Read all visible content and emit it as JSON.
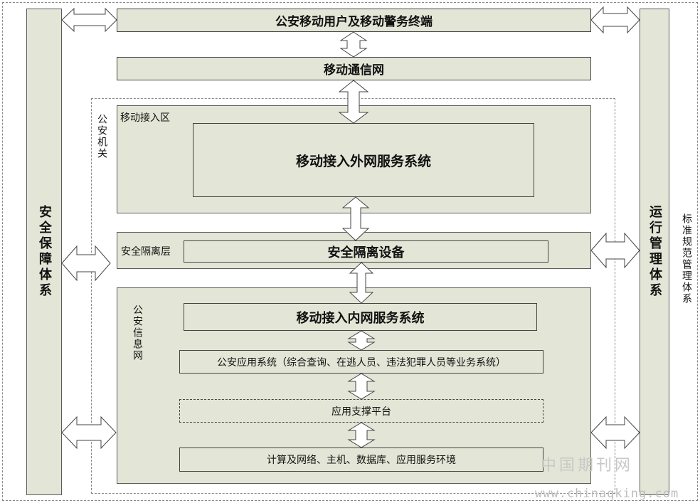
{
  "left_pillar": {
    "label": "安全保障体系"
  },
  "right_pillar": {
    "label": "运行管理体系"
  },
  "far_right": {
    "label": "标准规范管理体系"
  },
  "top": {
    "terminals": "公安移动用户及移动警务终端",
    "network": "移动通信网"
  },
  "police_org": {
    "label": "公安机关"
  },
  "mobile_zone": {
    "label": "移动接入区",
    "external_service": "移动接入外网服务系统"
  },
  "isolation": {
    "label": "安全隔离层",
    "device": "安全隔离设备"
  },
  "police_net": {
    "label": "公安信息网",
    "internal_service": "移动接入内网服务系统",
    "apps": "公安应用系统（综合查询、在逃人员、违法犯罪人员等业务系统）",
    "platform": "应用支撑平台",
    "infra": "计算及网络、主机、数据库、应用服务环境"
  },
  "watermark": {
    "cn": "中国期刊网",
    "url": "www.chinaqking.com"
  },
  "colors": {
    "fill": "#e3e6d6",
    "border": "#444444",
    "arrow_fill": "#ffffff"
  }
}
